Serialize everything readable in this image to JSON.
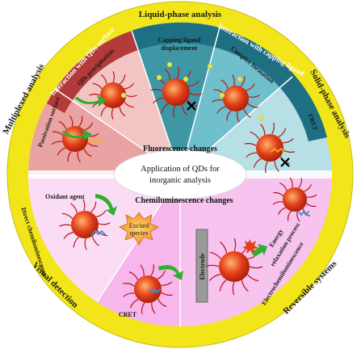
{
  "outer_ring": {
    "top": "Liquid-phase analysis",
    "right": "Solid-phase analysis",
    "bottom_right": "Reversible systems",
    "bottom_left": "Visual detection",
    "left": "Multiplexed analysis"
  },
  "center": {
    "line1": "Application of QDs for",
    "line2": "inorganic analysis"
  },
  "bands": {
    "fluorescence": "Fluorescence changes",
    "chemiluminescence": "Chemiluminescence changes"
  },
  "sectors": {
    "surface_header": "Interaction with QDs surface",
    "capping_header": "Interaction with capping ligand",
    "passivation": "Passivation surface",
    "precipitation": "QDs precipitation",
    "ligand_displacement_1": "Capping ligand",
    "ligand_displacement_2": "displacement",
    "complex_formation": "Complex formation",
    "fret": "FRET",
    "oxidant": "Oxidant agent",
    "direct_cl": "Direct chemiluminescence",
    "excited_1": "Excited",
    "excited_2": "species",
    "cret": "CRET",
    "electrode": "Electrode",
    "energy_1": "Energy",
    "energy_2": "relaxation process",
    "ecl": "Electrochemiluminescence"
  },
  "colors": {
    "outer_ring": "#f2e61a",
    "dark_red": "#b23a3a",
    "pink_light": "#f2c4c4",
    "teal": "#3f97a6",
    "teal_light": "#6fbfcc",
    "teal_lighter": "#b6e0e6",
    "chemi_pink": "#f7b7ec",
    "chemi_light": "#fbd5f4",
    "qd_red": "#e2401a",
    "green_arrow": "#2fae2f",
    "navy": "#1d4f8a"
  }
}
